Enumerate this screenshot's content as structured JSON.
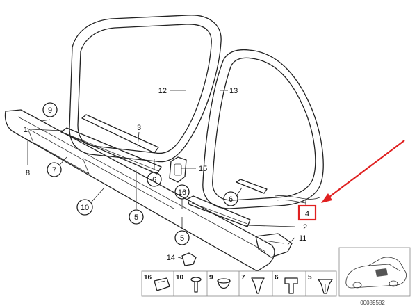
{
  "callouts": {
    "c1": "1",
    "c2": "2",
    "c3": "3",
    "c4": "4",
    "c5a": "5",
    "c5b": "5",
    "c6a": "6",
    "c6b": "6",
    "c7": "7",
    "c8": "8",
    "c9": "9",
    "c10": "10",
    "c11": "11",
    "c12": "12",
    "c13": "13",
    "c14": "14",
    "c15": "15",
    "c16": "16"
  },
  "legend": [
    {
      "num": "16"
    },
    {
      "num": "10"
    },
    {
      "num": "9"
    },
    {
      "num": "7"
    },
    {
      "num": "6"
    },
    {
      "num": "5"
    }
  ],
  "reference_number": "00089582",
  "highlight_color": "#e02020",
  "arrow_color": "#e02020"
}
